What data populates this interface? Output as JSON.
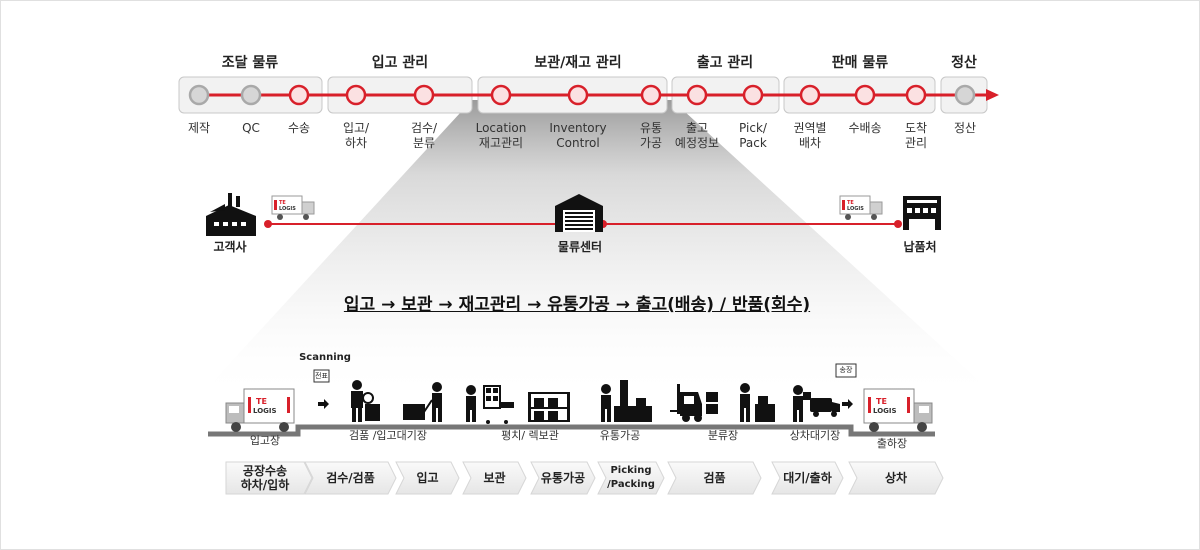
{
  "pipeline": {
    "headers": [
      "조달 물류",
      "입고 관리",
      "보관/재고 관리",
      "출고 관리",
      "판매 물류",
      "정산"
    ],
    "steps": [
      {
        "label": "제작",
        "state": "gray"
      },
      {
        "label": "QC",
        "state": "gray"
      },
      {
        "label": "수송",
        "state": "red"
      },
      {
        "label": "입고/\n하차",
        "state": "red"
      },
      {
        "label": "검수/\n분류",
        "state": "red"
      },
      {
        "label": "Location\n재고관리",
        "state": "red"
      },
      {
        "label": "Inventory\nControl",
        "state": "red"
      },
      {
        "label": "유통\n가공",
        "state": "red"
      },
      {
        "label": "출고\n예정정보",
        "state": "red"
      },
      {
        "label": "Pick/\nPack",
        "state": "red"
      },
      {
        "label": "권역별\n배차",
        "state": "red"
      },
      {
        "label": "수배송",
        "state": "red"
      },
      {
        "label": "도착\n관리",
        "state": "red"
      },
      {
        "label": "정산",
        "state": "gray"
      }
    ]
  },
  "network": {
    "customer": "고객사",
    "center": "물류센터",
    "destination": "납품처",
    "truck_logo": "TE LOGIS"
  },
  "flow_title": "입고 → 보관 → 재고관리 → 유통가공 → 출고(배송) / 반품(회수)",
  "process": {
    "scanning": "Scanning",
    "slip": "전표",
    "invoice": "송장",
    "labels": [
      "입고장",
      "검품 /입고대기장",
      "평치/ 렉보관",
      "유통가공",
      "분류장",
      "상차대기장",
      "출하장"
    ],
    "stages": [
      "공장수송\n하차/입하",
      "검수/검품",
      "입고",
      "보관",
      "유통가공",
      "Picking\n/Packing",
      "검품",
      "대기/출하",
      "상차"
    ]
  },
  "colors": {
    "red": "#d8202a",
    "gray": "#bdbdbd",
    "box": "#f2f2f2",
    "chevron": "#efefef"
  }
}
